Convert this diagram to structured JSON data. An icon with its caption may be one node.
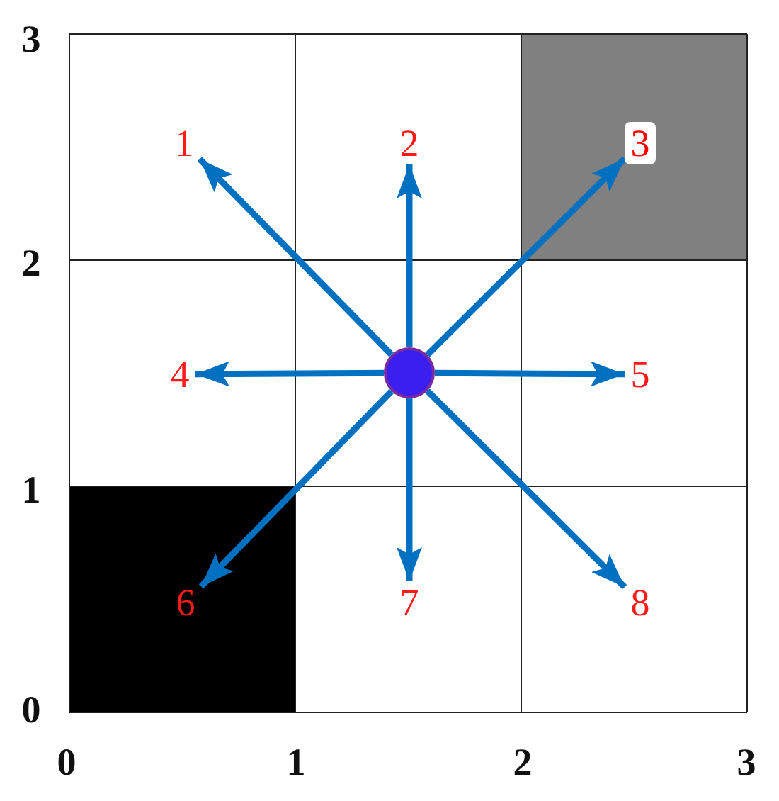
{
  "diagram": {
    "nodes": [
      {
        "text": [],
        "shape": "circle"
      },
      {
        "text": [
          "1"
        ]
      },
      {
        "text": [
          "2"
        ]
      },
      {
        "text": [
          "3"
        ]
      },
      {
        "text": [
          "4"
        ]
      },
      {
        "text": [
          "5"
        ]
      },
      {
        "text": [
          "6"
        ]
      },
      {
        "text": [
          "7"
        ]
      },
      {
        "text": [
          "8"
        ]
      }
    ],
    "edges": [
      {
        "from": 0,
        "to": 1,
        "arrow": "to"
      },
      {
        "from": 0,
        "to": 2,
        "arrow": "to"
      },
      {
        "from": 0,
        "to": 3,
        "arrow": "to"
      },
      {
        "from": 0,
        "to": 4,
        "arrow": "to"
      },
      {
        "from": 0,
        "to": 5,
        "arrow": "to"
      },
      {
        "from": 0,
        "to": 6,
        "arrow": "to"
      },
      {
        "from": 0,
        "to": 7,
        "arrow": "to"
      },
      {
        "from": 0,
        "to": 8,
        "arrow": "to"
      }
    ],
    "labels": [
      "3",
      "2",
      "1",
      "0",
      "0",
      "1",
      "2",
      "3"
    ]
  }
}
